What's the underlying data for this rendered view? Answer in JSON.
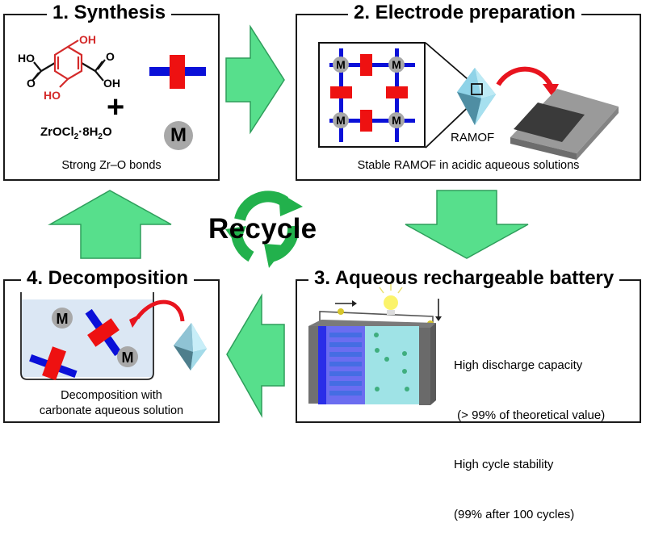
{
  "figure": {
    "center_label": "Recycle",
    "colors": {
      "flow_arrow_fill": "#57df8c",
      "flow_arrow_stroke": "#2e9e5b",
      "recycle_green": "#22b14c",
      "linker_red": "#ee1111",
      "linker_blue": "#0a10d8",
      "metal_node_gray": "#a8a8a8",
      "curved_arrow_red": "#e8141e",
      "crystal_blue": "#8fd3e8"
    }
  },
  "panels": [
    {
      "title": "1. Synthesis",
      "caption": "Strong Zr–O bonds",
      "molecule": {
        "labels": [
          "HO",
          "O",
          "OH",
          "O",
          "OH",
          "HO"
        ],
        "highlighted_labels": [
          "OH",
          "HO"
        ]
      },
      "plus_sign": "+",
      "reagent": {
        "base": "ZrOCl",
        "sub1": "2",
        "mid": "·8H",
        "sub2": "2",
        "end": "O"
      },
      "metal_symbol": "M"
    },
    {
      "title": "2. Electrode preparation",
      "caption": "Stable RAMOF in acidic aqueous solutions",
      "crystal_label": "RAMOF",
      "lattice_node_symbol": "M"
    },
    {
      "title": "3. Aqueous rechargeable battery",
      "bullets": [
        "High discharge capacity",
        " (> 99% of theoretical value)",
        "High cycle stability",
        "(99% after 100 cycles)"
      ]
    },
    {
      "title": "4. Decomposition",
      "caption_lines": [
        "Decomposition with",
        "carbonate aqueous solution"
      ],
      "metal_symbol": "M"
    }
  ]
}
